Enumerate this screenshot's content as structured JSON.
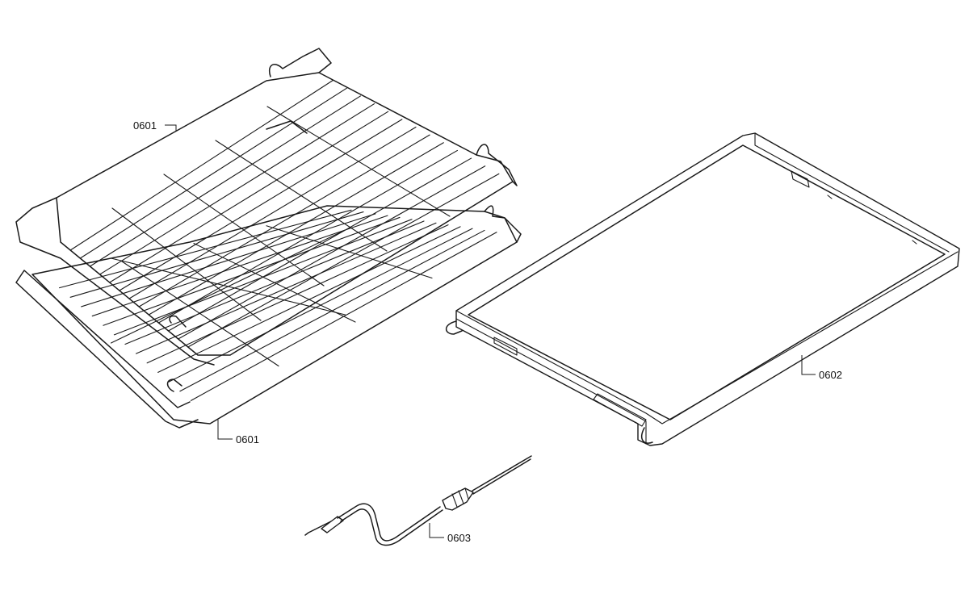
{
  "parts": [
    {
      "id": "upper-rack",
      "callout": "0601"
    },
    {
      "id": "lower-rack",
      "callout": "0601"
    },
    {
      "id": "telescopic-rack",
      "callout": "0602"
    },
    {
      "id": "meat-probe",
      "callout": "0603"
    }
  ],
  "icons": {
    "upper-rack": "wire-rack-icon",
    "lower-rack": "wire-rack-icon",
    "telescopic-rack": "sliding-rack-icon",
    "meat-probe": "temperature-probe-icon"
  }
}
